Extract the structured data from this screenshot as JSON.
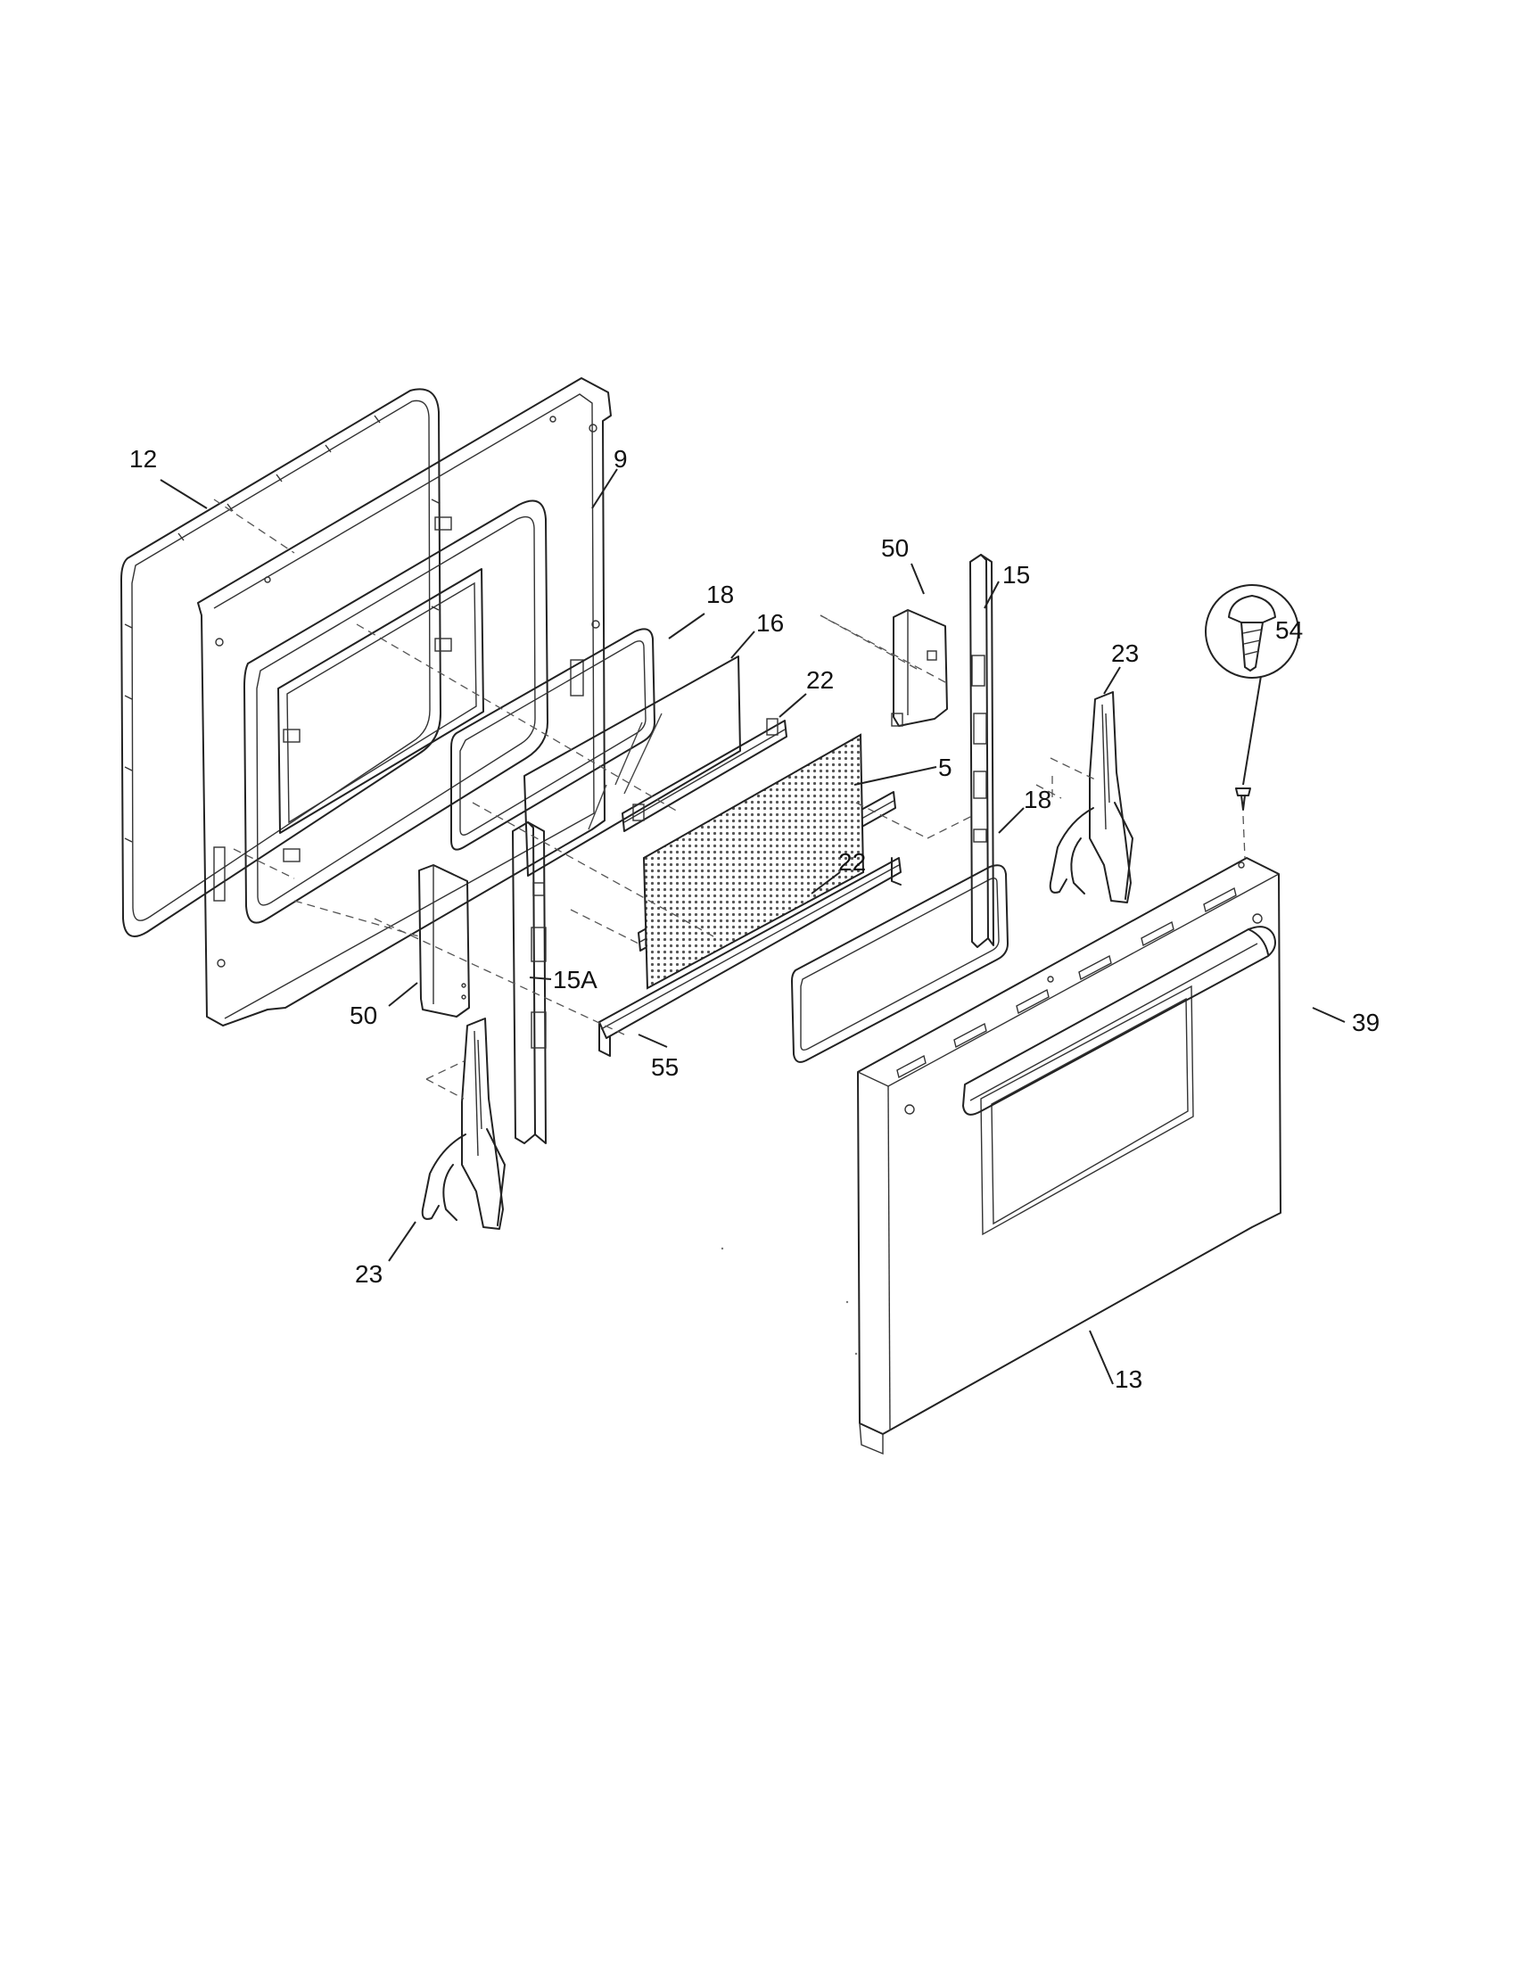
{
  "callouts": {
    "c12": "12",
    "c9": "9",
    "c18a": "18",
    "c16": "16",
    "c50a": "50",
    "c15": "15",
    "c54": "54",
    "c23a": "23",
    "c22a": "22",
    "c5": "5",
    "c18b": "18",
    "c22b": "22",
    "c15a": "15A",
    "c50b": "50",
    "c39": "39",
    "c55": "55",
    "c23b": "23",
    "c13": "13"
  },
  "colors": {
    "line": "#222222",
    "background": "#ffffff"
  }
}
